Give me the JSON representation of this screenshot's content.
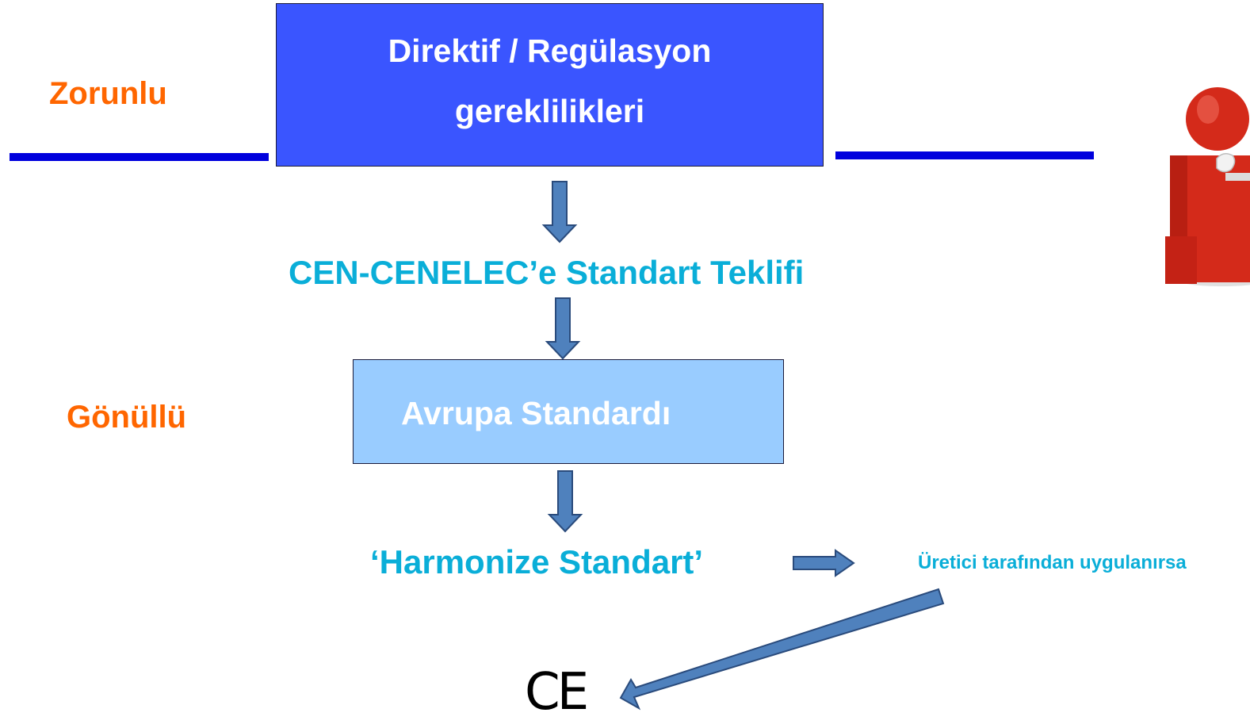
{
  "labels": {
    "mandatory": "Zorunlu",
    "voluntary": "Gönüllü"
  },
  "boxes": {
    "top_line1": "Direktif / Regülasyon",
    "top_line2": "gereklilikleri",
    "middle": "Avrupa Standardı"
  },
  "steps": {
    "proposal": "CEN-CENELEC’e Standart Teklifi",
    "harmonized": "‘Harmonize Standart’",
    "condition": "Üretici tarafından uygulanırsa"
  },
  "mark": "CE",
  "colors": {
    "orange": "#ff6600",
    "cyan": "#0aaed8",
    "top_box": "#3a55ff",
    "mid_box": "#99ccff",
    "arrow_fill": "#4f81bd",
    "arrow_stroke": "#2a4b7c",
    "divider": "#0000dd",
    "info_icon": "#d42a1a"
  },
  "icons": [
    "info-icon"
  ]
}
